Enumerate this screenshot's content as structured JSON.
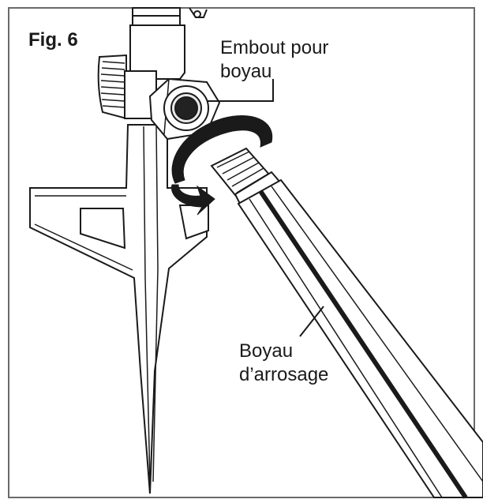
{
  "figure": {
    "title": "Fig. 6",
    "labels": {
      "hose_end_line1": "Embout pour",
      "hose_end_line2": "boyau",
      "garden_hose_line1": "Boyau",
      "garden_hose_line2": "d’arrosage"
    }
  },
  "colors": {
    "stroke": "#1a1a1a",
    "fill": "#ffffff",
    "shade": "#e8e8e8",
    "dark": "#222222",
    "frame": "#6a6a6a"
  },
  "icons": [
    "rotation-arrow-icon"
  ]
}
